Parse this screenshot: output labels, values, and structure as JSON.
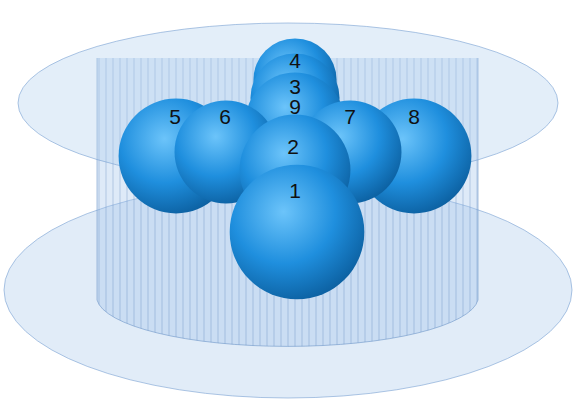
{
  "diagram": {
    "nodes": [
      {
        "text": [
          "4"
        ]
      },
      {
        "text": [
          "3"
        ]
      },
      {
        "text": [
          "5"
        ]
      },
      {
        "text": [
          "6"
        ]
      },
      {
        "text": [
          "9"
        ]
      },
      {
        "text": [
          "7"
        ]
      },
      {
        "text": [
          "8"
        ]
      },
      {
        "text": [
          "2"
        ]
      },
      {
        "text": [
          "1"
        ]
      }
    ]
  }
}
